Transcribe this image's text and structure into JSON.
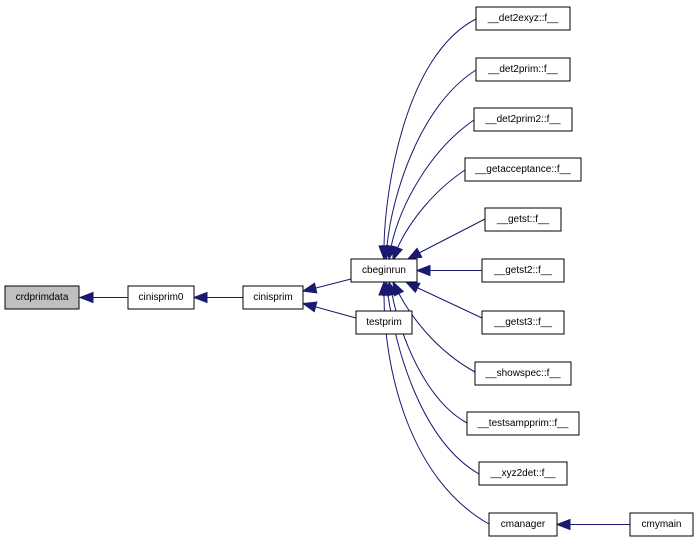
{
  "graph": {
    "nodes": {
      "crdprimdata": "crdprimdata",
      "cinisprim0": "cinisprim0",
      "cinisprim": "cinisprim",
      "cbeginrun": "cbeginrun",
      "testprim": "testprim",
      "det2exyz": "__det2exyz::f__",
      "det2prim": "__det2prim::f__",
      "det2prim2": "__det2prim2::f__",
      "getacceptance": "__getacceptance::f__",
      "getst": "__getst::f__",
      "getst2": "__getst2::f__",
      "getst3": "__getst3::f__",
      "showspec": "__showspec::f__",
      "testsampprim": "__testsampprim::f__",
      "xyz2det": "__xyz2det::f__",
      "cmanager": "cmanager",
      "cmymain": "cmymain"
    },
    "edges": [
      [
        "cinisprim0",
        "crdprimdata"
      ],
      [
        "cinisprim",
        "cinisprim0"
      ],
      [
        "cbeginrun",
        "cinisprim"
      ],
      [
        "testprim",
        "cinisprim"
      ],
      [
        "det2exyz",
        "cbeginrun"
      ],
      [
        "det2prim",
        "cbeginrun"
      ],
      [
        "det2prim2",
        "cbeginrun"
      ],
      [
        "getacceptance",
        "cbeginrun"
      ],
      [
        "getst",
        "cbeginrun"
      ],
      [
        "getst2",
        "cbeginrun"
      ],
      [
        "getst3",
        "cbeginrun"
      ],
      [
        "showspec",
        "cbeginrun"
      ],
      [
        "testsampprim",
        "cbeginrun"
      ],
      [
        "xyz2det",
        "cbeginrun"
      ],
      [
        "cmanager",
        "cbeginrun"
      ],
      [
        "cmymain",
        "cmanager"
      ]
    ],
    "colors": {
      "edge": "#191970",
      "root_fill": "#bfbfbf",
      "node_fill": "#ffffff",
      "border": "#000000"
    }
  }
}
